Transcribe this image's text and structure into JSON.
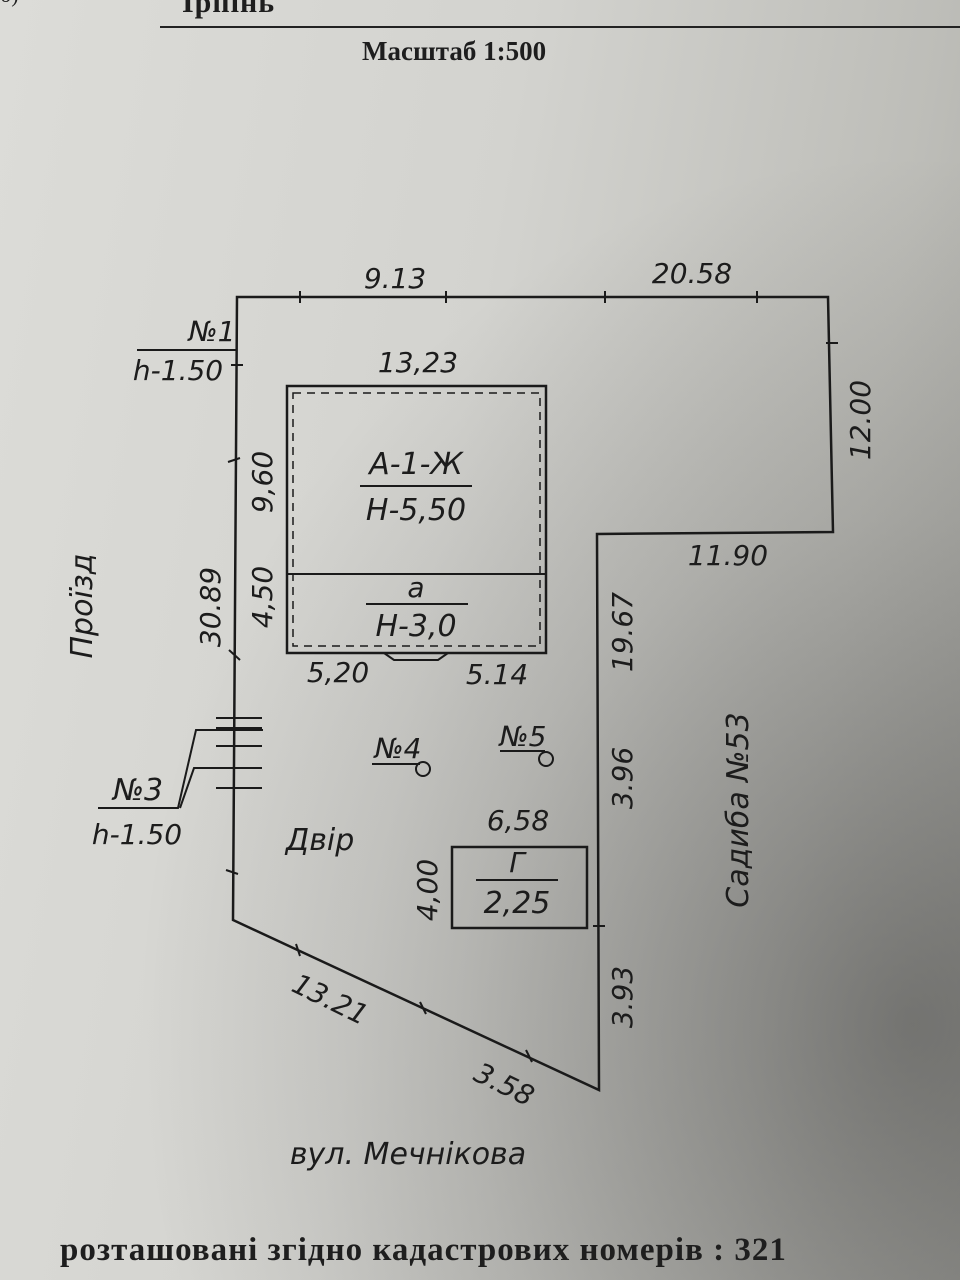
{
  "header": {
    "city": "Ірпінь",
    "corner_mark": "б)",
    "scale": "Масштаб 1:500"
  },
  "plot": {
    "dimensions": {
      "top_left": "9.13",
      "top_right": "20.58",
      "right_top": "12.00",
      "notch": "11.90",
      "right_lower": "19.67",
      "right_mid": "3.96",
      "right_bottom": "3.93",
      "left": "30.89",
      "diag_long": "13.21",
      "diag_short": "3.58"
    },
    "points": {
      "n1_label": "№1",
      "n1_height": "h-1.50",
      "n3_label": "№3",
      "n3_height": "h-1.50",
      "n4_label": "№4",
      "n5_label": "№5"
    }
  },
  "house": {
    "width": "13,23",
    "main_depth": "9,60",
    "annex_depth": "4,50",
    "main_label": "А-1-Ж",
    "main_height": "Н-5,50",
    "annex_label": "а",
    "annex_height": "Н-3,0",
    "bottom_left": "5,20",
    "bottom_right": "5.14"
  },
  "garage": {
    "width": "6,58",
    "depth": "4,00",
    "label": "Г",
    "value": "2,25"
  },
  "labels": {
    "drive": "Проїзд",
    "yard": "Двір",
    "neighbor": "Садиба №53",
    "street": "вул. Мечнікова"
  },
  "footer": {
    "text": "розташовані згідно кадастрових номерів : 321"
  }
}
